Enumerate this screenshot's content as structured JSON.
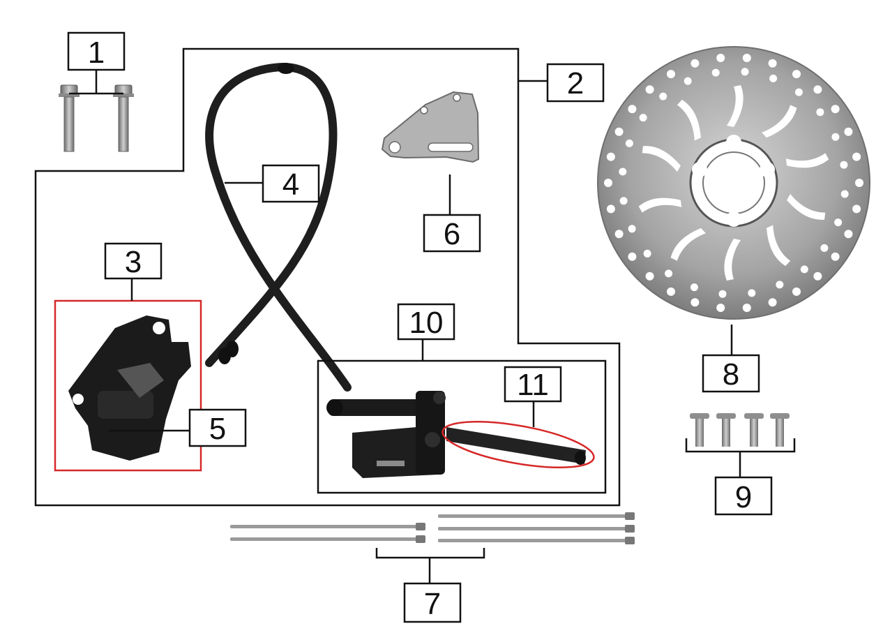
{
  "callouts": {
    "c1": "1",
    "c2": "2",
    "c3": "3",
    "c4": "4",
    "c5": "5",
    "c6": "6",
    "c7": "7",
    "c8": "8",
    "c9": "9",
    "c10": "10",
    "c11": "11"
  },
  "parts": [
    {
      "id": "1",
      "icon": "flange-bolt-pair-icon"
    },
    {
      "id": "2",
      "icon": "brake-assembly-group-outline"
    },
    {
      "id": "3",
      "icon": "brake-caliper-icon"
    },
    {
      "id": "4",
      "icon": "brake-hose-icon"
    },
    {
      "id": "5",
      "icon": "brake-pad-icon"
    },
    {
      "id": "6",
      "icon": "caliper-bracket-icon"
    },
    {
      "id": "7",
      "icon": "cable-tie-icon"
    },
    {
      "id": "8",
      "icon": "brake-disc-icon"
    },
    {
      "id": "9",
      "icon": "disc-bolt-icon"
    },
    {
      "id": "10",
      "icon": "master-cylinder-icon"
    },
    {
      "id": "11",
      "icon": "brake-lever-icon"
    }
  ],
  "colors": {
    "line": "#111111",
    "highlight": "#d62828",
    "metal": "#9a9a9a",
    "dark_part": "#1b1b1b"
  }
}
